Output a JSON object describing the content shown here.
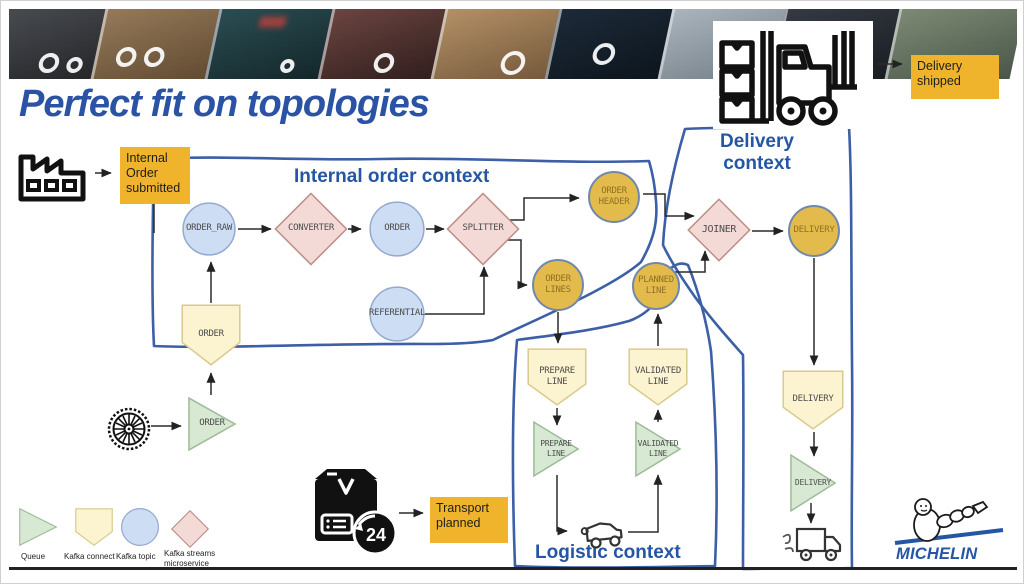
{
  "slide": {
    "title": "Perfect fit on topologies"
  },
  "banner": {
    "photos": [
      "cyclist",
      "quarry-dump-truck",
      "city-taxi",
      "cargo-truck",
      "motocross-rider",
      "tractor",
      "airplane",
      "bus",
      "city-delivery"
    ]
  },
  "stickers": {
    "internal_order": "Internal\nOrder\nsubmitted",
    "transport_planned": "Transport\nplanned",
    "delivery_shipped": "Delivery\nshipped"
  },
  "contexts": {
    "internal": "Internal order context",
    "delivery": "Delivery\ncontext",
    "logistic": "Logistic context"
  },
  "diagram": {
    "edge_label_lt": "<",
    "nodes": {
      "order_raw": {
        "label": "ORDER_RAW",
        "type": "kafka-topic"
      },
      "converter": {
        "label": "CONVERTER",
        "type": "kafka-streams-microservice"
      },
      "order_topic": {
        "label": "ORDER",
        "type": "kafka-topic"
      },
      "splitter": {
        "label": "SPLITTER",
        "type": "kafka-streams-microservice"
      },
      "referential": {
        "label": "REFERENTIAL",
        "type": "kafka-topic"
      },
      "order_connect": {
        "label": "ORDER",
        "type": "kafka-connect"
      },
      "order_queue": {
        "label": "ORDER",
        "type": "queue"
      },
      "order_header": {
        "label": "ORDER\nHEADER",
        "type": "kafka-topic-shared"
      },
      "order_lines": {
        "label": "ORDER\nLINES",
        "type": "kafka-topic-shared"
      },
      "planned_line": {
        "label": "PLANNED\nLINE",
        "type": "kafka-topic-shared"
      },
      "joiner": {
        "label": "JOINER",
        "type": "kafka-streams-microservice"
      },
      "delivery_topic": {
        "label": "DELIVERY",
        "type": "kafka-topic-shared"
      },
      "delivery_connect": {
        "label": "DELIVERY",
        "type": "kafka-connect"
      },
      "delivery_queue": {
        "label": "DELIVERY",
        "type": "queue"
      },
      "prepare_connect": {
        "label": "PREPARE\nLINE",
        "type": "kafka-connect"
      },
      "prepare_queue": {
        "label": "PREPARE\nLINE",
        "type": "queue"
      },
      "validated_connect": {
        "label": "VALIDATED\nLINE",
        "type": "kafka-connect"
      },
      "validated_queue": {
        "label": "VALIDATED\nLINE",
        "type": "queue"
      }
    }
  },
  "icons": {
    "package_badge": "24"
  },
  "legend": {
    "items": [
      {
        "shape": "queue",
        "label": "Queue"
      },
      {
        "shape": "kafka-connect",
        "label": "Kafka connect"
      },
      {
        "shape": "kafka-topic",
        "label": "Kafka topic"
      },
      {
        "shape": "kafka-streams",
        "label": "Kafka streams\nmicroservice"
      }
    ]
  },
  "logo": {
    "text": "MICHELIN"
  },
  "colors": {
    "title_blue": "#2A53A5",
    "context_blue": "#2456A4",
    "boundary_blue": "#3C5FA7",
    "sticker_yellow": "#F0B42C",
    "topic_fill": "#CDDDF4",
    "streams_fill": "#F4DAD7",
    "connect_fill": "#FCF3D0",
    "queue_fill": "#D8E9D3",
    "shared_topic_fill": "#E3BB4D"
  }
}
